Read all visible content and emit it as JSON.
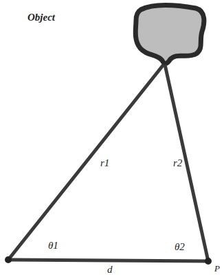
{
  "diagram": {
    "labels": [
      "Object",
      "r1",
      "r2",
      "θ1",
      "θ2",
      "d",
      "P"
    ]
  }
}
